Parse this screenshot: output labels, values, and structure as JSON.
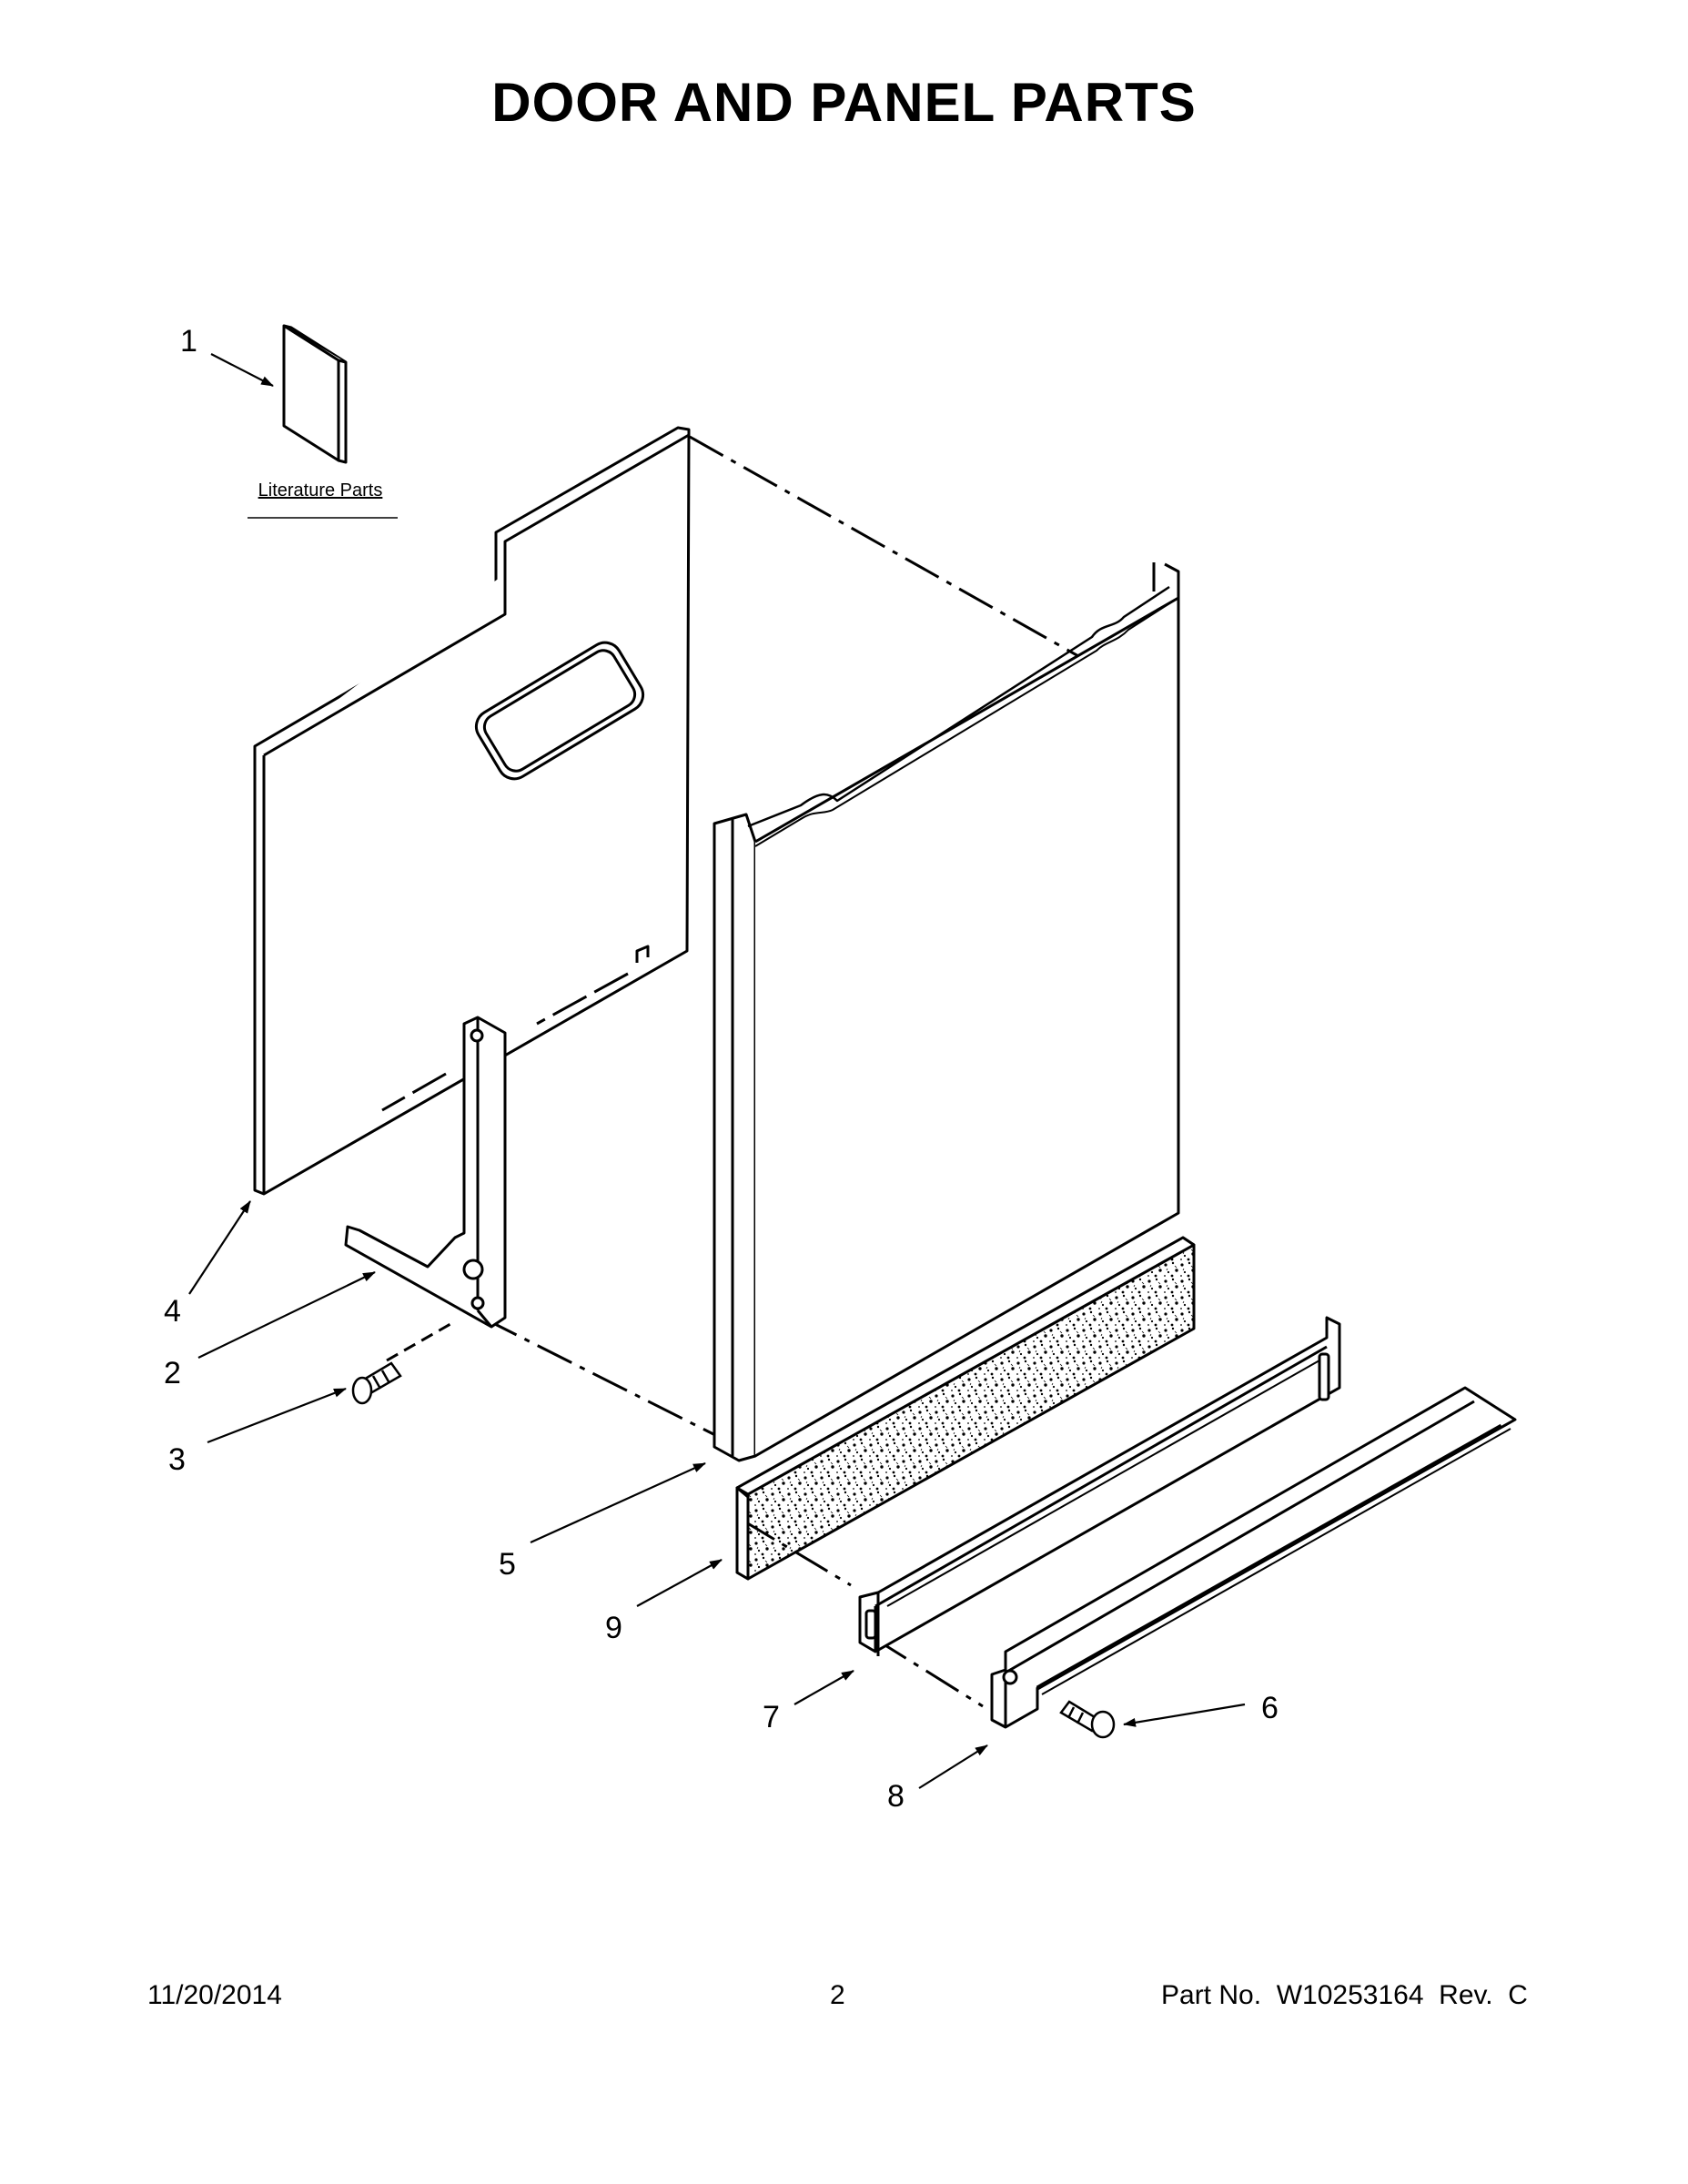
{
  "page": {
    "title": "DOOR AND PANEL PARTS"
  },
  "diagram": {
    "literature_label": "Literature Parts",
    "callouts": [
      "1",
      "2",
      "3",
      "4",
      "5",
      "6",
      "7",
      "8",
      "9"
    ]
  },
  "footer": {
    "date": "11/20/2014",
    "page_number": "2",
    "part_number": "Part No.  W10253164  Rev.  C"
  },
  "colors": {
    "ink": "#000000",
    "paper": "#ffffff"
  }
}
